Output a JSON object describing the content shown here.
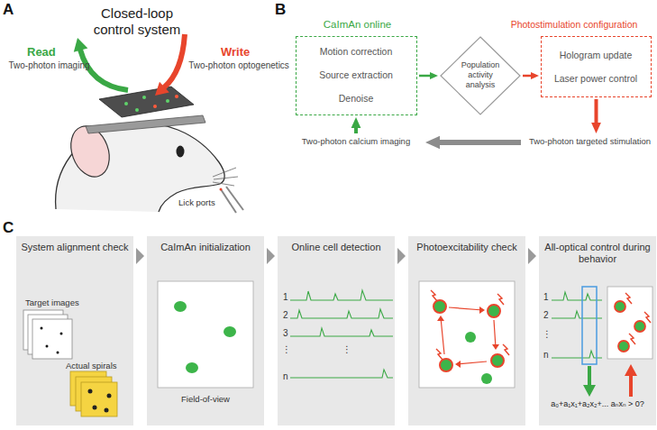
{
  "diagram": {
    "nodes": [
      {
        "text": [
          "CaImAn online",
          "Motion correction",
          "Source extraction",
          "Denoise"
        ]
      },
      {
        "text": [
          "Population activity analysis"
        ]
      },
      {
        "text": [
          "Photostimulation configuration",
          "Hologram update",
          "Laser power control"
        ]
      },
      {
        "text": [
          "Two-photon calcium imaging"
        ]
      },
      {
        "text": [
          "Two-photon targeted stimulation"
        ]
      },
      {
        "text": [
          "System alignment check",
          "Target images",
          "Actual spirals"
        ]
      },
      {
        "text": [
          "CaImAn initialization",
          "Field-of-view"
        ]
      },
      {
        "text": [
          "Online cell detection",
          "1",
          "2",
          "3",
          "⋮",
          "⋮",
          "n"
        ]
      },
      {
        "text": [
          "Photoexcitability check"
        ]
      },
      {
        "text": [
          "All-optical control during behavior",
          "1",
          "2",
          "⋮",
          "n",
          "a₀+a₁x₁+a₂x₂+... aₙxₙ > 0?"
        ]
      }
    ],
    "edges": [
      {
        "from": 0,
        "to": 1,
        "arrow": "to"
      },
      {
        "from": 1,
        "to": 2,
        "arrow": "to"
      },
      {
        "from": 2,
        "to": 4,
        "arrow": "to"
      },
      {
        "from": 4,
        "to": 3,
        "arrow": "to"
      },
      {
        "from": 3,
        "to": 0,
        "arrow": "to"
      },
      {
        "from": 5,
        "to": 6,
        "arrow": "to"
      },
      {
        "from": 6,
        "to": 7,
        "arrow": "to"
      },
      {
        "from": 7,
        "to": 8,
        "arrow": "to"
      },
      {
        "from": 8,
        "to": 9,
        "arrow": "to"
      }
    ],
    "labels": [
      "A",
      "Closed-loop control system",
      "Read",
      "Two-photon imaging",
      "Write",
      "Two-photon optogenetics",
      "Lick ports",
      "B",
      "C"
    ]
  }
}
